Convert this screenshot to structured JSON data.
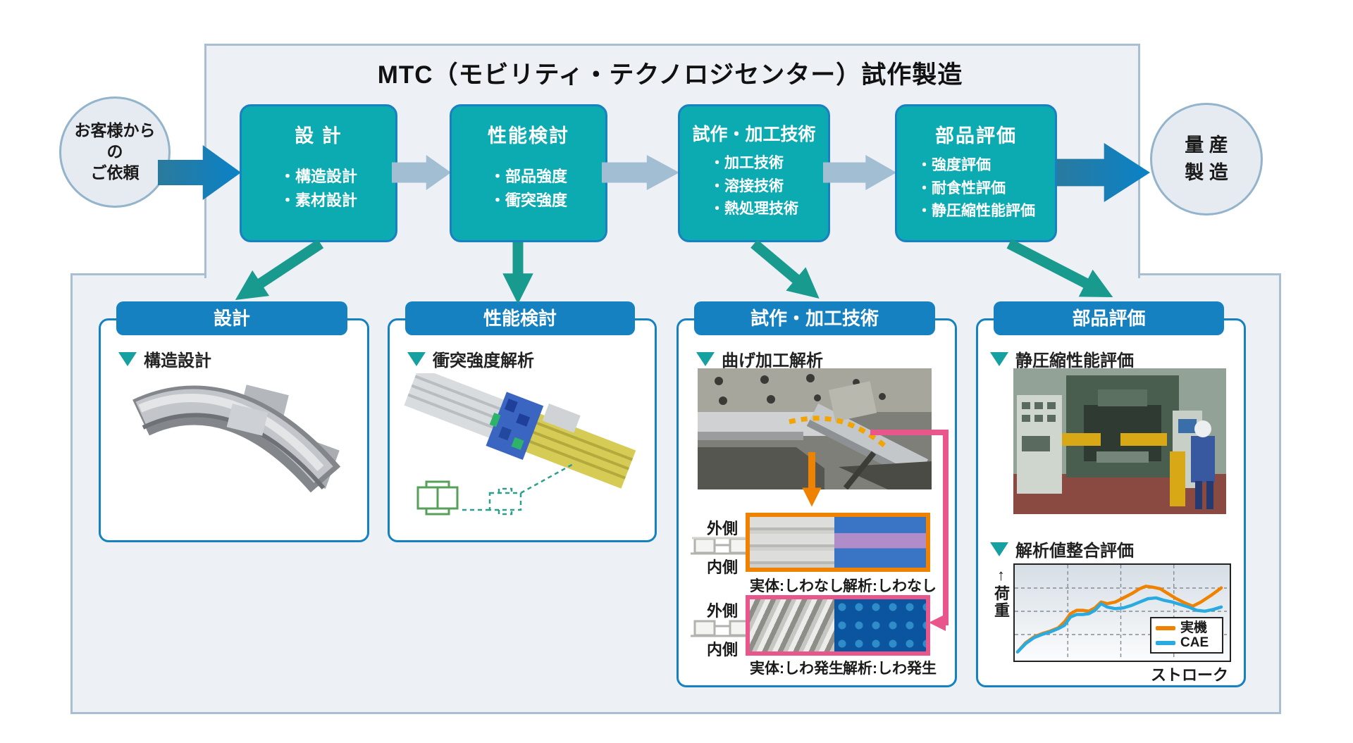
{
  "title": "MTC（モビリティ・テクノロジセンター）試作製造",
  "flow": {
    "start_circle": {
      "lines": [
        "お客様から",
        "の",
        "ご依頼"
      ]
    },
    "end_circle": {
      "lines": [
        "量 産",
        "製 造"
      ]
    },
    "boxes": [
      {
        "title": "設 計",
        "items": [
          "・構造設計",
          "・素材設計"
        ]
      },
      {
        "title": "性能検討",
        "items": [
          "・部品強度",
          "・衝突強度"
        ]
      },
      {
        "title": "試作・加工技術",
        "items": [
          "・加工技術",
          "・溶接技術",
          "・熱処理技術"
        ]
      },
      {
        "title": "部品評価",
        "items": [
          "・強度評価",
          "・耐食性評価",
          "・静圧縮性能評価"
        ]
      }
    ]
  },
  "panels": [
    {
      "header": "設計",
      "section": "構造設計"
    },
    {
      "header": "性能検討",
      "section": "衝突強度解析"
    },
    {
      "header": "試作・加工技術",
      "section": "曲げ加工解析",
      "rows": [
        {
          "outer": "外側",
          "inner": "内側",
          "caption_real": "実体:しわなし",
          "caption_cae": "解析:しわなし"
        },
        {
          "outer": "外側",
          "inner": "内側",
          "caption_real": "実体:しわ発生",
          "caption_cae": "解析:しわ発生"
        }
      ]
    },
    {
      "header": "部品評価",
      "section": "静圧縮性能評価",
      "section2": "解析値整合評価"
    }
  ],
  "chart_data": {
    "type": "line",
    "title": "解析値整合評価",
    "xlabel": "ストローク",
    "ylabel": "荷重",
    "ylabel_display": "↑荷重",
    "x_range": [
      0,
      100
    ],
    "y_range": [
      0,
      100
    ],
    "grid": true,
    "legend_position": "lower right",
    "series": [
      {
        "name": "実機",
        "color": "#ef8200",
        "x": [
          0,
          4,
          8,
          12,
          16,
          20,
          23,
          26,
          29,
          32,
          35,
          38,
          41,
          44,
          48,
          52,
          56,
          60,
          63,
          66,
          70,
          74,
          78,
          82,
          86,
          90,
          95,
          100
        ],
        "y": [
          2,
          13,
          20,
          24,
          27,
          31,
          38,
          48,
          52,
          52,
          51,
          55,
          62,
          60,
          62,
          67,
          72,
          78,
          81,
          80,
          78,
          72,
          66,
          61,
          57,
          62,
          70,
          79
        ]
      },
      {
        "name": "CAE",
        "color": "#29abe2",
        "x": [
          0,
          4,
          8,
          12,
          16,
          20,
          23,
          26,
          29,
          32,
          35,
          38,
          41,
          44,
          48,
          52,
          56,
          60,
          64,
          68,
          72,
          76,
          80,
          84,
          88,
          92,
          96,
          100
        ],
        "y": [
          2,
          12,
          19,
          23,
          26,
          30,
          34,
          44,
          47,
          47,
          48,
          52,
          60,
          56,
          54,
          55,
          58,
          62,
          66,
          67,
          64,
          62,
          59,
          56,
          52,
          51,
          53,
          56
        ]
      }
    ]
  },
  "colors": {
    "teal_box": "#0caab1",
    "blue_header": "#1581c1",
    "arrow_teal": "#199a8f",
    "arrow_light": "#a2bed3",
    "orange_frame": "#ef8200",
    "pink_frame": "#e8568c",
    "chart_real": "#ef8200",
    "chart_cae": "#29abe2"
  }
}
